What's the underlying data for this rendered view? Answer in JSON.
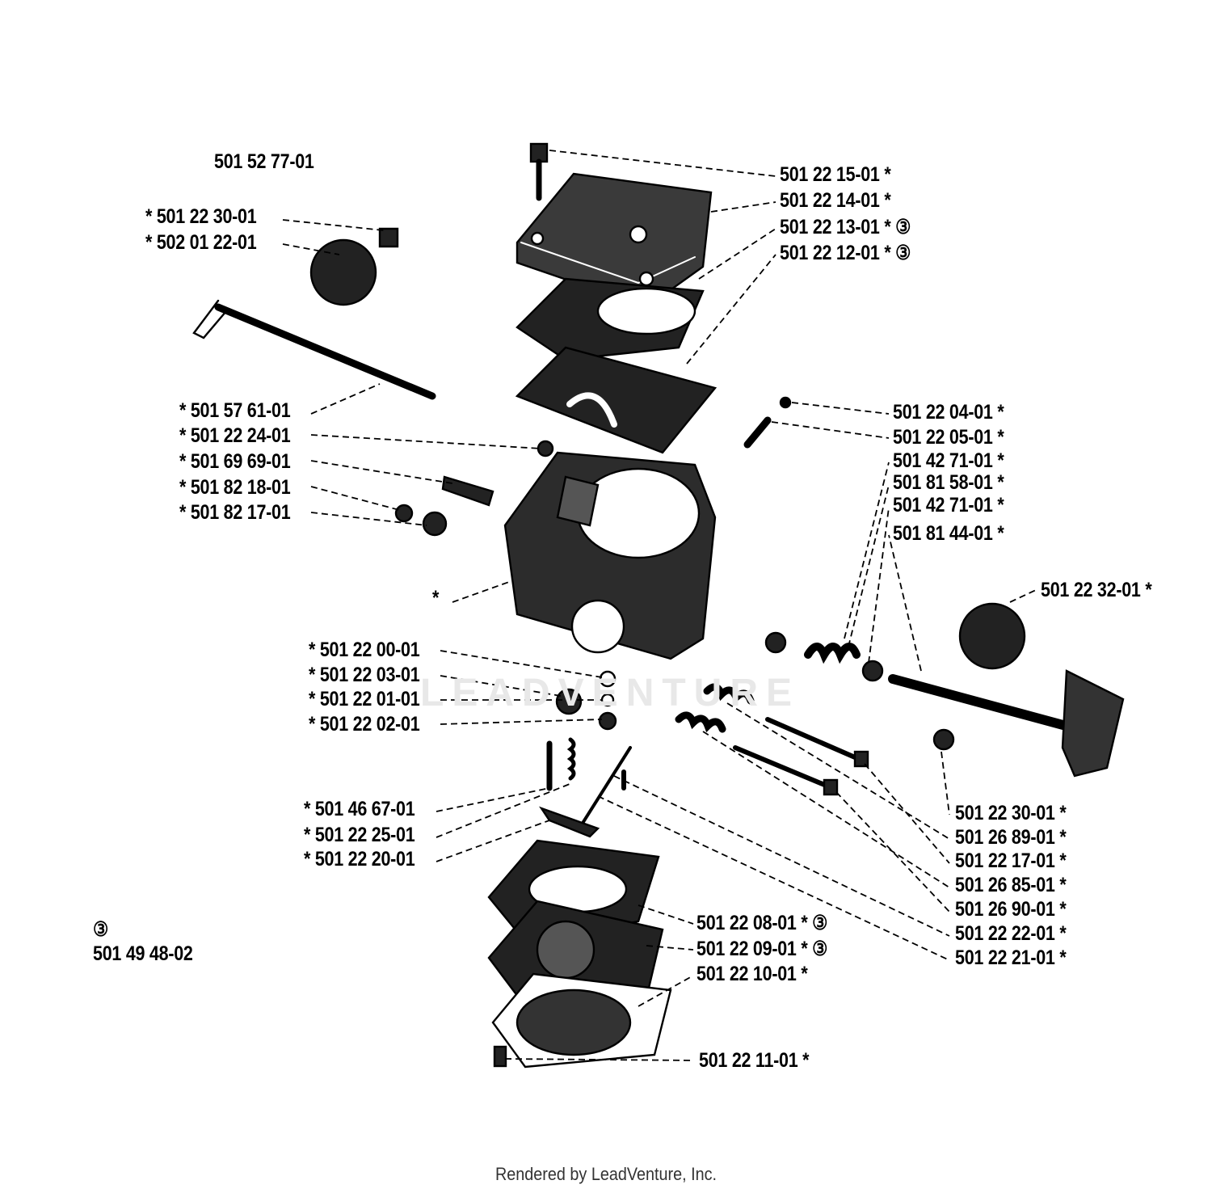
{
  "assembly_number": "501 52 77-01",
  "kit_symbol": "③",
  "kit_number": "501 49 48-02",
  "watermark": "LEADVENTURE",
  "footer": "Rendered by LeadVenture, Inc.",
  "body_marker": "*",
  "labels": [
    {
      "id": "l01",
      "text": "501 22 15-01  *"
    },
    {
      "id": "l02",
      "text": "501 22 14-01  *"
    },
    {
      "id": "l03",
      "text": "501 22 13-01  *  ③"
    },
    {
      "id": "l04",
      "text": "501 22 12-01  *  ③"
    },
    {
      "id": "l05",
      "text": "*  501 22 30-01"
    },
    {
      "id": "l06",
      "text": "*  502 01 22-01"
    },
    {
      "id": "l07",
      "text": "*  501 57 61-01"
    },
    {
      "id": "l08",
      "text": "*  501 22 24-01"
    },
    {
      "id": "l09",
      "text": "*  501 69 69-01"
    },
    {
      "id": "l10",
      "text": "*  501 82 18-01"
    },
    {
      "id": "l11",
      "text": "*  501 82 17-01"
    },
    {
      "id": "l12",
      "text": "501 22 04-01  *"
    },
    {
      "id": "l13",
      "text": "501 22 05-01  *"
    },
    {
      "id": "l14",
      "text": "501 42 71-01  *"
    },
    {
      "id": "l15",
      "text": "501 81 58-01  *"
    },
    {
      "id": "l16",
      "text": "501 42 71-01  *"
    },
    {
      "id": "l17",
      "text": "501 81 44-01  *"
    },
    {
      "id": "l18",
      "text": "501 22 32-01  *"
    },
    {
      "id": "l19",
      "text": "*  501 22 00-01"
    },
    {
      "id": "l20",
      "text": "*  501 22 03-01"
    },
    {
      "id": "l21",
      "text": "*  501 22 01-01"
    },
    {
      "id": "l22",
      "text": "*  501 22 02-01"
    },
    {
      "id": "l23",
      "text": "*  501 46 67-01"
    },
    {
      "id": "l24",
      "text": "*  501 22 25-01"
    },
    {
      "id": "l25",
      "text": "*  501 22 20-01"
    },
    {
      "id": "l26",
      "text": "501 22 30-01  *"
    },
    {
      "id": "l27",
      "text": "501 26 89-01  *"
    },
    {
      "id": "l28",
      "text": "501 22 17-01  *"
    },
    {
      "id": "l29",
      "text": "501 26 85-01  *"
    },
    {
      "id": "l30",
      "text": "501 26 90-01  *"
    },
    {
      "id": "l31",
      "text": "501 22 22-01  *"
    },
    {
      "id": "l32",
      "text": "501 22 21-01  *"
    },
    {
      "id": "l33",
      "text": "501 22 08-01  *  ③"
    },
    {
      "id": "l34",
      "text": "501 22 09-01  *  ③"
    },
    {
      "id": "l35",
      "text": "501 22 10-01  *"
    },
    {
      "id": "l36",
      "text": "501 22 11-01  *"
    }
  ]
}
